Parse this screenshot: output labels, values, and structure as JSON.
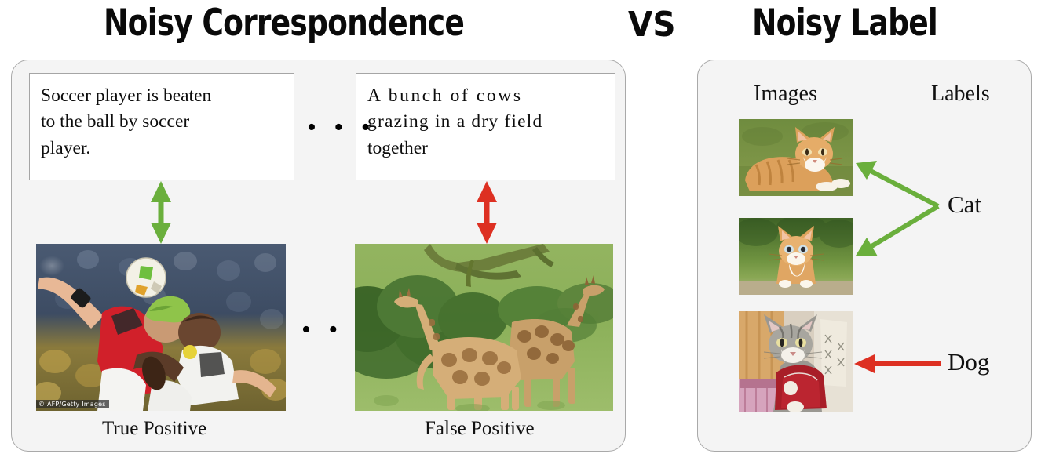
{
  "titles": {
    "left": "Noisy Correspondence",
    "vs": "VS",
    "right": "Noisy Label"
  },
  "colors": {
    "match_arrow_green": "#6aaf3c",
    "mismatch_arrow_red": "#dd3022",
    "panel_background": "#f4f4f4",
    "panel_border": "#a9a9a9",
    "caption_box_border": "#a5a5a5"
  },
  "left_panel": {
    "captions": [
      {
        "id": "true-positive",
        "line1": "Soccer player is beaten",
        "line2": "to the ball by soccer",
        "line3": "player."
      },
      {
        "id": "false-positive",
        "line1": "A bunch of cows",
        "line2": "grazing in a dry field",
        "line3": "together"
      }
    ],
    "ellipsis": "• • •",
    "photos": [
      {
        "id": "soccer",
        "alt": "Two soccer players heading the ball in a stadium",
        "watermark": "© AFP/Getty Images"
      },
      {
        "id": "giraffe",
        "alt": "Two giraffes walking in a green field beside a tree"
      }
    ],
    "bottom_labels": [
      "True Positive",
      "False Positive"
    ],
    "arrows": [
      {
        "id": "true-pair",
        "kind": "double",
        "color": "green"
      },
      {
        "id": "false-pair",
        "kind": "double",
        "color": "red"
      }
    ]
  },
  "right_panel": {
    "column_headers": [
      "Images",
      "Labels"
    ],
    "rows": [
      {
        "id": "cat1",
        "image_alt": "Orange tabby cat lying on grass",
        "label": "Cat",
        "arrow_color": "green",
        "correct": true
      },
      {
        "id": "cat2",
        "image_alt": "Orange tabby kitten sitting on a stone",
        "label": "Cat",
        "arrow_color": "green",
        "correct": true
      },
      {
        "id": "catdog",
        "image_alt": "Grey tabby cat wearing a red cape indoors",
        "label": "Dog",
        "arrow_color": "red",
        "correct": false
      }
    ],
    "labels": [
      "Cat",
      "Dog"
    ]
  }
}
